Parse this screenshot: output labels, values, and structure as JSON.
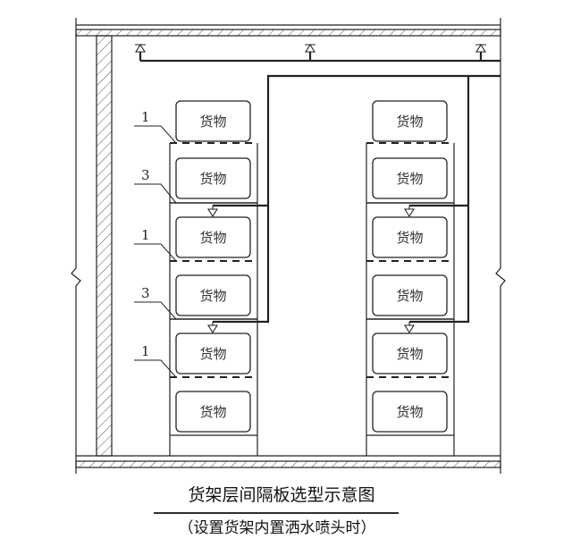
{
  "diagram": {
    "title": "货架层间隔板选型示意图",
    "subtitle": "（设置货架内置洒水喷头时）",
    "cargo_label": "货物",
    "callouts": [
      "1",
      "3",
      "1",
      "3",
      "1"
    ],
    "racks": [
      {
        "name": "left-rack",
        "cargo": [
          "货物",
          "货物",
          "货物",
          "货物",
          "货物",
          "货物"
        ]
      },
      {
        "name": "right-rack",
        "cargo": [
          "货物",
          "货物",
          "货物",
          "货物",
          "货物",
          "货物"
        ]
      }
    ]
  }
}
